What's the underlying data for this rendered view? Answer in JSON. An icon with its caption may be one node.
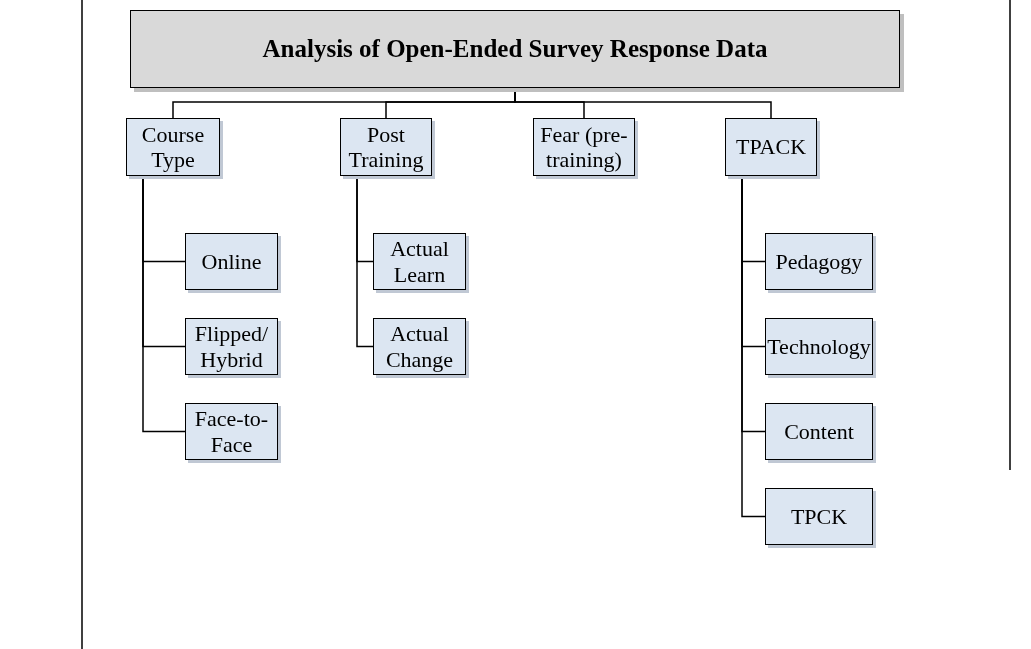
{
  "diagram": {
    "nodes": [
      {
        "text": [
          "Analysis of Open-Ended Survey Response Data"
        ]
      },
      {
        "text": [
          "Course Type"
        ]
      },
      {
        "text": [
          "Post Training"
        ]
      },
      {
        "text": [
          "Fear (pre-training)"
        ]
      },
      {
        "text": [
          "TPACK"
        ]
      },
      {
        "text": [
          "Online"
        ]
      },
      {
        "text": [
          "Flipped/ Hybrid"
        ]
      },
      {
        "text": [
          "Face-to-Face"
        ]
      },
      {
        "text": [
          "Actual Learn"
        ]
      },
      {
        "text": [
          "Actual Change"
        ]
      },
      {
        "text": [
          "Pedagogy"
        ]
      },
      {
        "text": [
          "Technology"
        ]
      },
      {
        "text": [
          "Content"
        ]
      },
      {
        "text": [
          "TPCK"
        ]
      }
    ],
    "edges": [
      {
        "from": 0,
        "to": 1,
        "arrow": "none"
      },
      {
        "from": 0,
        "to": 2,
        "arrow": "none"
      },
      {
        "from": 0,
        "to": 3,
        "arrow": "none"
      },
      {
        "from": 0,
        "to": 4,
        "arrow": "none"
      },
      {
        "from": 1,
        "to": 5,
        "arrow": "none"
      },
      {
        "from": 1,
        "to": 6,
        "arrow": "none"
      },
      {
        "from": 1,
        "to": 7,
        "arrow": "none"
      },
      {
        "from": 2,
        "to": 8,
        "arrow": "none"
      },
      {
        "from": 2,
        "to": 9,
        "arrow": "none"
      },
      {
        "from": 4,
        "to": 10,
        "arrow": "none"
      },
      {
        "from": 4,
        "to": 11,
        "arrow": "none"
      },
      {
        "from": 4,
        "to": 12,
        "arrow": "none"
      },
      {
        "from": 4,
        "to": 13,
        "arrow": "none"
      }
    ]
  }
}
